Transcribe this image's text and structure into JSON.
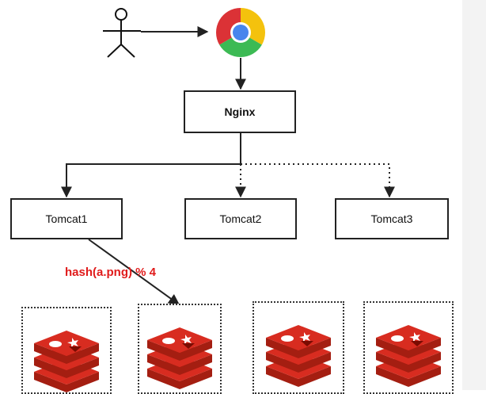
{
  "diagram": {
    "nodes": {
      "nginx": "Nginx",
      "tomcat1": "Tomcat1",
      "tomcat2": "Tomcat2",
      "tomcat3": "Tomcat3"
    },
    "edge_label": "hash(a.png) % 4",
    "icons": {
      "user": "user-stick-figure-icon",
      "browser": "chrome-icon",
      "cache": "redis-icon"
    },
    "colors": {
      "label": "#e01b1b",
      "redis": "#d82c20",
      "line": "#222222"
    }
  }
}
